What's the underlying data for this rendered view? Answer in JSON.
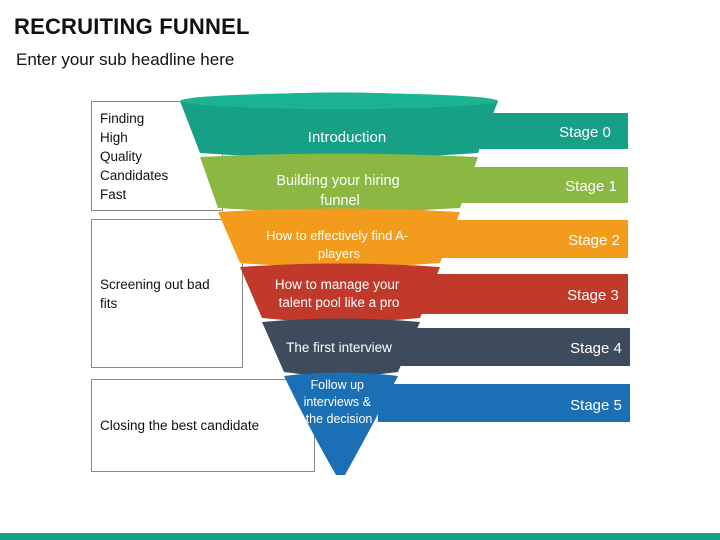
{
  "header": {
    "title": "RECRUITING FUNNEL",
    "subtitle": "Enter your sub headline here"
  },
  "groups": [
    {
      "label": "Finding\nHigh\nQuality\nCandidates\nFast"
    },
    {
      "label": "Screening out bad\nfits"
    },
    {
      "label": "Closing the best candidate"
    }
  ],
  "stages": [
    {
      "label": "Introduction",
      "stage": "Stage 0",
      "color": "#16a085"
    },
    {
      "label": "Building your hiring funnel",
      "stage": "Stage 1",
      "color": "#8ab843"
    },
    {
      "label": "How to effectively find A-players",
      "stage": "Stage 2",
      "color": "#f29b1d"
    },
    {
      "label": "How to manage your talent pool like a pro",
      "stage": "Stage 3",
      "color": "#c0392b"
    },
    {
      "label": "The first interview",
      "stage": "Stage 4",
      "color": "#3d4b5c"
    },
    {
      "label": "Follow up interviews & the decision",
      "stage": "Stage 5",
      "color": "#1a6fb5"
    }
  ],
  "colors": {
    "accent_bar": "#16a085"
  }
}
